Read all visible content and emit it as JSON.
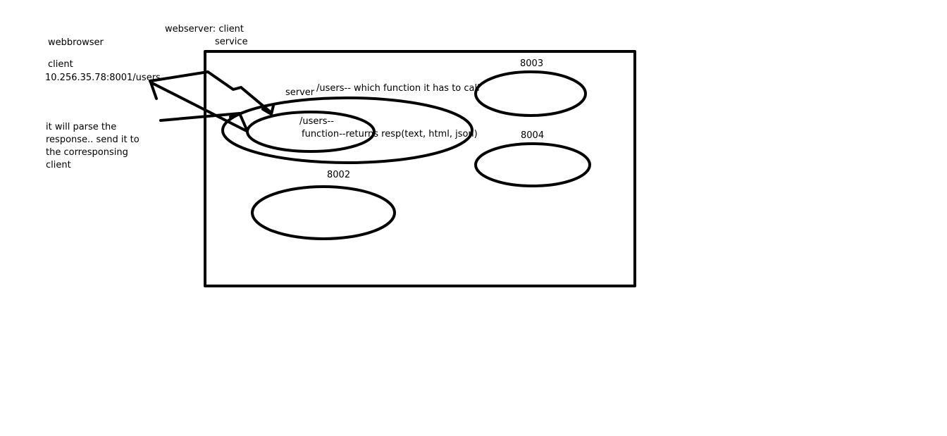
{
  "labels": {
    "webbrowser": "webbrowser",
    "webserver_line1": "webserver: client",
    "webserver_line2": "service",
    "client": "client",
    "url": "10.256.35.78:8001/users",
    "parse_line1": "it will parse the",
    "parse_line2": "response.. send it to",
    "parse_line3": "the corresponsing",
    "parse_line4": "client",
    "server": "server",
    "users_which": "/users-- which function it has to call",
    "inner_users": "/users--",
    "inner_function": "function--returns resp(text, html, json)",
    "port_8003": "8003",
    "port_8004": "8004",
    "port_8002": "8002"
  },
  "colors": {
    "ink": "#000000",
    "background": "#ffffff"
  }
}
